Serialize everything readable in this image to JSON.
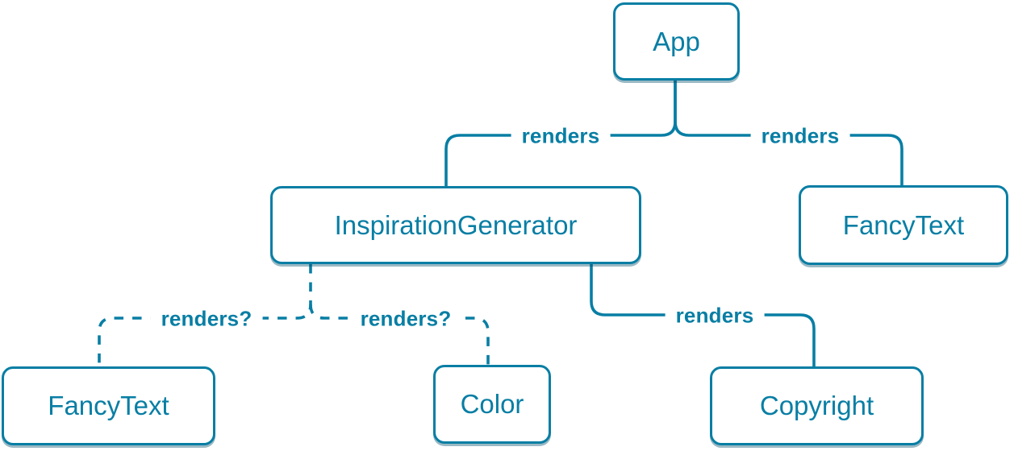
{
  "diagram": {
    "type": "component-render-tree",
    "colors": {
      "accent": "#087ea4",
      "node_background": "#ffffff",
      "node_shadow": "rgba(5, 80, 107, 0.40)",
      "page_background": "#ffffff"
    },
    "nodes": {
      "app": {
        "label": "App"
      },
      "inspiration_generator": {
        "label": "InspirationGenerator"
      },
      "fancy_text_top": {
        "label": "FancyText"
      },
      "fancy_text_bottom": {
        "label": "FancyText"
      },
      "color": {
        "label": "Color"
      },
      "copyright": {
        "label": "Copyright"
      }
    },
    "edges": {
      "app_to_inspiration_generator": {
        "label": "renders",
        "style": "solid"
      },
      "app_to_fancy_text": {
        "label": "renders",
        "style": "solid"
      },
      "inspiration_generator_to_copyright": {
        "label": "renders",
        "style": "solid"
      },
      "inspiration_generator_to_fancy_text": {
        "label": "renders?",
        "style": "dashed"
      },
      "inspiration_generator_to_color": {
        "label": "renders?",
        "style": "dashed"
      }
    }
  }
}
